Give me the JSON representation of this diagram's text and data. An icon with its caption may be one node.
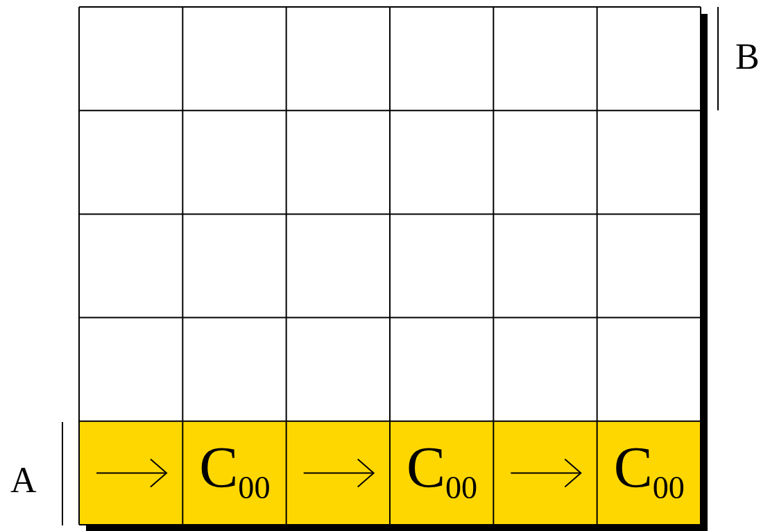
{
  "diagram": {
    "labels": [
      "B",
      "A",
      "C$_{00}$",
      "C$_{00}$",
      "C$_{00}$"
    ]
  }
}
